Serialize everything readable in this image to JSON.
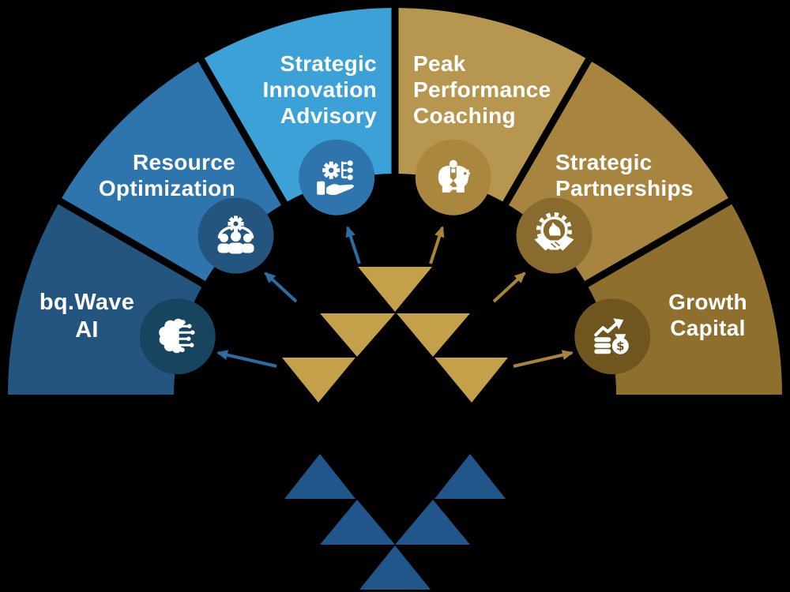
{
  "diagram": {
    "type": "semicircular-services-wheel",
    "background_color": "#000000",
    "text_color": "#FFFFFF",
    "segments": [
      {
        "label": "bq.Wave\nAI",
        "wedge_color": "#24557E",
        "icon_circle_color": "#174560",
        "icon": "ai-brain-circuit-icon"
      },
      {
        "label": "Resource\nOptimization",
        "wedge_color": "#2E74AD",
        "icon_circle_color": "#24557E",
        "icon": "team-gear-icon"
      },
      {
        "label": "Strategic\nInnovation\nAdvisory",
        "wedge_color": "#3BA1D6",
        "icon_circle_color": "#2E74AD",
        "icon": "hand-gear-network-icon"
      },
      {
        "label": "Peak\nPerformance\nCoaching",
        "wedge_color": "#B7964F",
        "icon_circle_color": "#A9873F",
        "icon": "mentoring-heads-idea-icon"
      },
      {
        "label": "Strategic\nPartnerships",
        "wedge_color": "#A8853E",
        "icon_circle_color": "#8A6B2E",
        "icon": "handshake-gear-knight-icon"
      },
      {
        "label": "Growth\nCapital",
        "wedge_color": "#8E6F2D",
        "icon_circle_color": "#6F561F",
        "icon": "money-bag-growth-icon"
      }
    ],
    "arrows": {
      "blue_color": "#2B6CA3",
      "gold_color": "#A8843A"
    },
    "center_motif": {
      "gold_triangle_color": "#C5A04B",
      "blue_triangle_color": "#20568A"
    },
    "dollar_glyph": "$"
  }
}
